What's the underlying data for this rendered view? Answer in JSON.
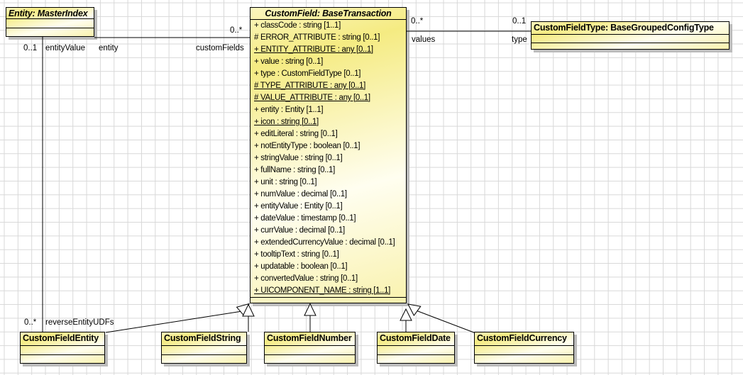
{
  "classes": {
    "entity": {
      "title": "Entity: MasterIndex"
    },
    "custom_field": {
      "title": "CustomField: BaseTransaction",
      "attributes": [
        "+ classCode : string [1..1]",
        "# ERROR_ATTRIBUTE : string [0..1]",
        "+ ENTITY_ATTRIBUTE : any [0..1]",
        "+ value : string [0..1]",
        "+ type : CustomFieldType [0..1]",
        "# TYPE_ATTRIBUTE : any [0..1]",
        "# VALUE_ATTRIBUTE : any [0..1]",
        "+ entity : Entity [1..1]",
        "+ icon : string [0..1]",
        "+ editLiteral : string [0..1]",
        "+ notEntityType : boolean [0..1]",
        "+ stringValue : string [0..1]",
        "+ fullName : string [0..1]",
        "+ unit : string [0..1]",
        "+ numValue : decimal [0..1]",
        "+ entityValue : Entity [0..1]",
        "+ dateValue : timestamp [0..1]",
        "+ currValue : decimal [0..1]",
        "+ extendedCurrencyValue : decimal [0..1]",
        "+ tooltipText : string [0..1]",
        "+ updatable : boolean [0..1]",
        "+ convertedValue : string [0..1]",
        "+ UICOMPONENT_NAME : string [1..1]"
      ]
    },
    "custom_field_type": {
      "title": "CustomFieldType: BaseGroupedConfigType"
    },
    "subclasses": [
      "CustomFieldEntity",
      "CustomFieldString",
      "CustomFieldNumber",
      "CustomFieldDate",
      "CustomFieldCurrency"
    ]
  },
  "labels": {
    "ecfe_source_mult": "0..1",
    "ecfe_source_role": "entityValue",
    "ecfe_target_mult": "0..*",
    "ecfe_target_role": "reverseEntityUDFs",
    "ecf_source_role": "entity",
    "ecf_target_role": "customFields",
    "ecf_target_mult": "0..*",
    "cft_source_mult": "0..*",
    "cft_source_role": "values",
    "cft_target_mult": "0..1",
    "cft_target_role": "type"
  },
  "colors": {
    "box_fill_yellow": "#f5eb82",
    "box_fill_pale": "#fffef0",
    "box_border": "#000000",
    "drop_shadow": "#bcbcbc",
    "grid_line": "#d8d8d8",
    "canvas": "#ffffff"
  }
}
